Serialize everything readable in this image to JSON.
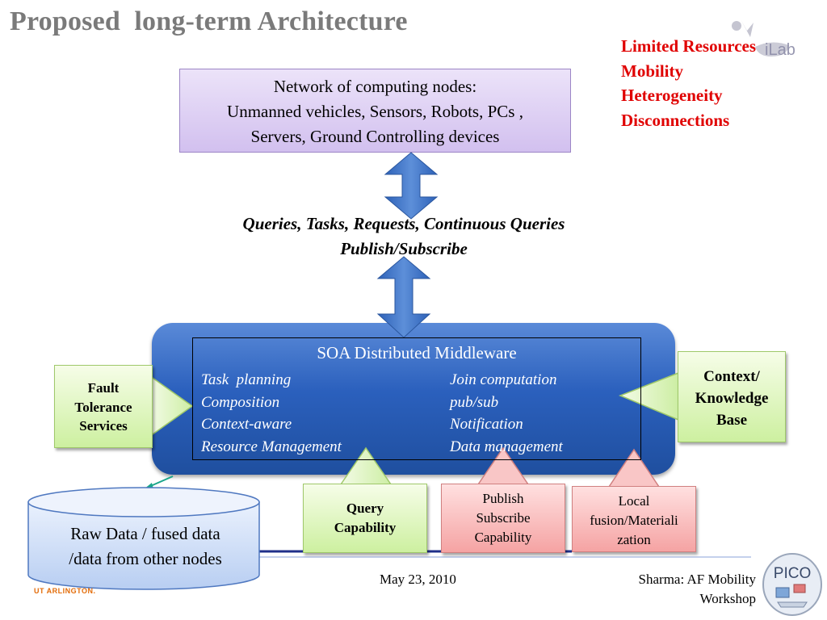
{
  "slide": {
    "title": "Proposed  long-term Architecture",
    "concerns": [
      "Limited Resources",
      "Mobility",
      "Heterogeneity",
      "Disconnections"
    ],
    "network_box": {
      "lines": [
        "Network of computing nodes:",
        "Unmanned vehicles, Sensors, Robots, PCs ,",
        "Servers, Ground Controlling devices"
      ]
    },
    "communication": {
      "line1": "Queries, Tasks, Requests, Continuous Queries",
      "line2": "Publish/Subscribe"
    },
    "middleware": {
      "title": "SOA Distributed Middleware",
      "left_items": [
        "Task  planning",
        "Composition",
        "Context-aware",
        "Resource Management"
      ],
      "right_items": [
        "Join computation",
        "pub/sub",
        "Notification",
        "Data management"
      ]
    },
    "fault_tolerance": [
      "Fault",
      "Tolerance",
      "Services"
    ],
    "context_kb": [
      "Context/",
      "Knowledge",
      "Base"
    ],
    "query_capability": [
      "Query",
      "Capability"
    ],
    "pubsub_capability": [
      "Publish",
      "Subscribe",
      "Capability"
    ],
    "local_fusion": [
      "Local",
      "fusion/Materiali",
      "zation"
    ],
    "data_store": [
      "Raw Data / fused data",
      "/data from other nodes"
    ],
    "footer": {
      "date": "May 23, 2010",
      "author_line1": "Sharma: AF Mobility",
      "author_line2": "Workshop",
      "university": "UT ARLINGTON."
    },
    "logos": {
      "top_right": "iLab",
      "bottom_right": "PICO"
    }
  },
  "colors": {
    "title": "#7a7a7a",
    "concerns": "#e00000",
    "middleware_band": "#2b60bd",
    "network_box": "#d2c0ef",
    "green_box": "#cdf0a0",
    "pink_box": "#f5a3a3"
  }
}
